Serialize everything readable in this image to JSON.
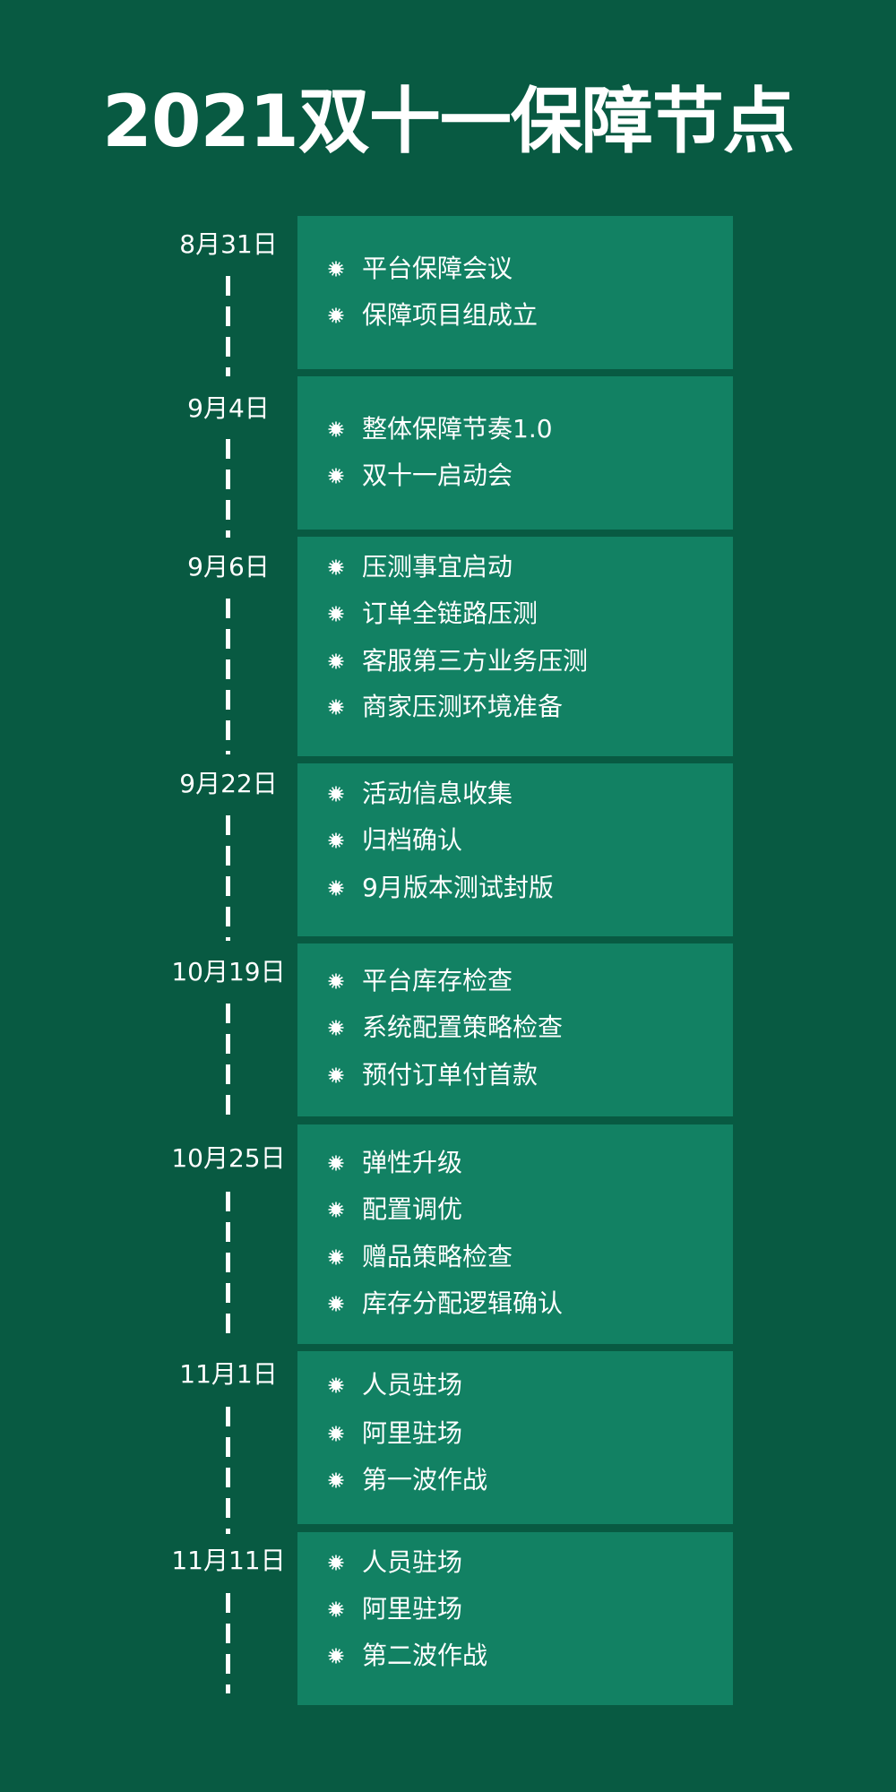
{
  "title": "2021双十一保障节点",
  "colors": {
    "background": "#085a42",
    "card": "#128163",
    "text": "#ffffff"
  },
  "milestones": [
    {
      "date": "8月31日",
      "items": [
        "平台保障会议",
        "保障项目组成立"
      ]
    },
    {
      "date": "9月4日",
      "items": [
        "整体保障节奏1.0",
        "双十一启动会"
      ]
    },
    {
      "date": "9月6日",
      "items": [
        "压测事宜启动",
        "订单全链路压测",
        "客服第三方业务压测",
        "商家压测环境准备"
      ]
    },
    {
      "date": "9月22日",
      "items": [
        "活动信息收集",
        "归档确认",
        "9月版本测试封版"
      ]
    },
    {
      "date": "10月19日",
      "items": [
        "平台库存检查",
        "系统配置策略检查",
        "预付订单付首款"
      ]
    },
    {
      "date": "10月25日",
      "items": [
        "弹性升级",
        "配置调优",
        "赠品策略检查",
        "库存分配逻辑确认"
      ]
    },
    {
      "date": "11月1日",
      "items": [
        "人员驻场",
        "阿里驻场",
        "第一波作战"
      ]
    },
    {
      "date": "11月11日",
      "items": [
        "人员驻场",
        "阿里驻场",
        "第二波作战"
      ]
    }
  ]
}
